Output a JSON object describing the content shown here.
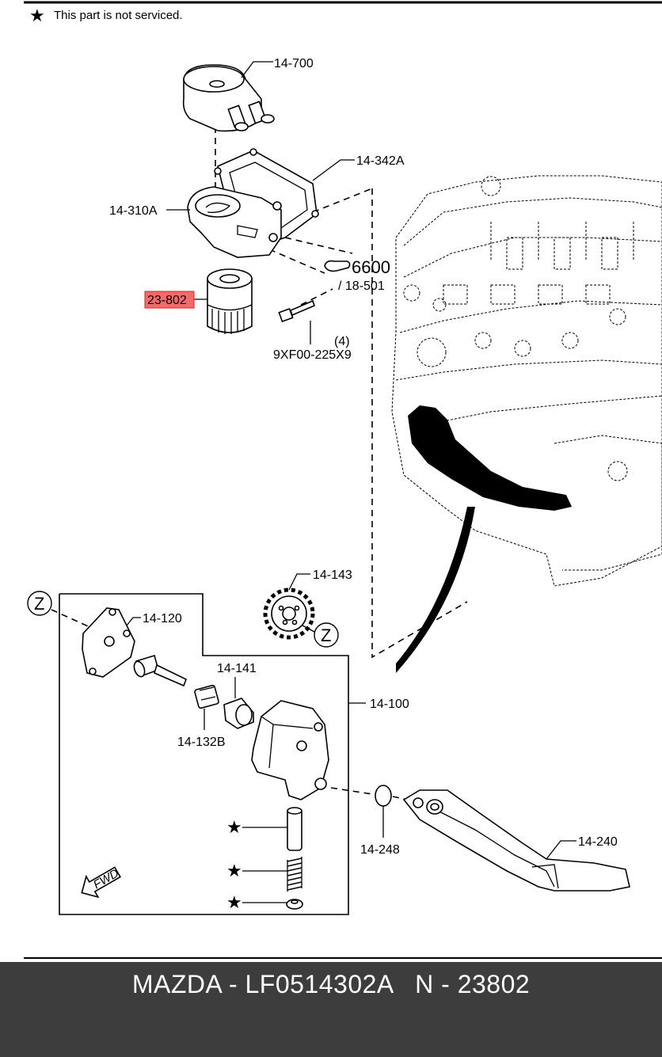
{
  "note": {
    "symbol": "★",
    "text": "This part is not serviced."
  },
  "highlight_color": "#f26b6b",
  "labels": {
    "p14_700": "14-700",
    "p14_342A": "14-342A",
    "p14_310A": "14-310A",
    "p23_802": "23-802",
    "p6600": "6600",
    "p18_501": "/ 18-501",
    "qty4": "(4)",
    "bolt": "9XF00-225X9",
    "p14_143": "14-143",
    "p14_120": "14-120",
    "p14_141": "14-141",
    "p14_100": "14-100",
    "p14_132B": "14-132B",
    "p14_248": "14-248",
    "p14_240": "14-240",
    "ref_z1": "Z",
    "ref_z2": "Z",
    "fwd": "FWD"
  },
  "footer": {
    "text": "MAZDA - LF0514302A   N - 23802"
  }
}
